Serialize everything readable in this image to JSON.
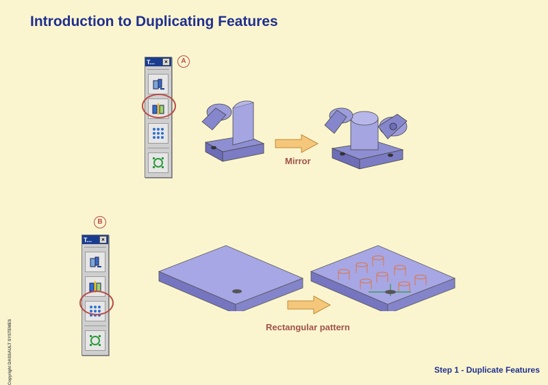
{
  "title": "Introduction to Duplicating Features",
  "copyright": "Copyright DASSAULT SYSTEMES",
  "footer": "Step 1 - Duplicate Features",
  "section_a": {
    "badge": "A",
    "palette_title": "T...",
    "close": "×",
    "caption": "Mirror"
  },
  "section_b": {
    "badge": "B",
    "palette_title": "T...",
    "close": "×",
    "caption": "Rectangular pattern"
  },
  "palette_icons": [
    "translate-icon",
    "mirror-icon",
    "pattern-icon",
    "scale-icon"
  ],
  "colors": {
    "title": "#1f2f8f",
    "highlight": "#b94a48",
    "part": "#9a9ad8",
    "arrow": "#f0c070",
    "background": "#fbf5cf"
  }
}
